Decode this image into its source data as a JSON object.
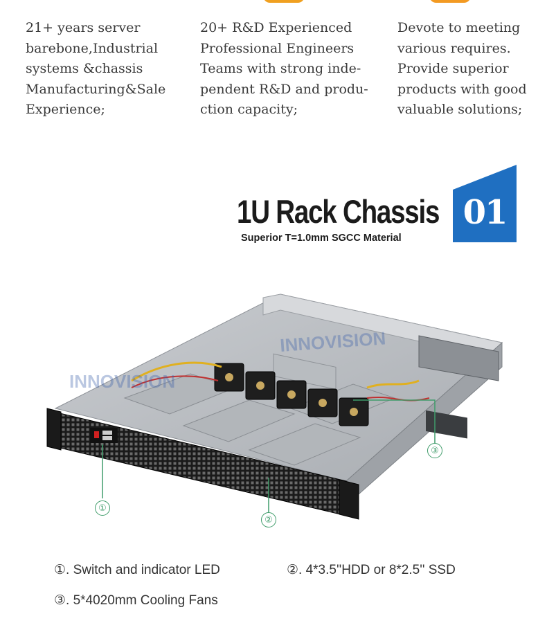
{
  "intro_columns": [
    {
      "text": "21+ years server\nbarebone,Industrial\nsystems &chassis\nManufacturing&Sale\nExperience;"
    },
    {
      "text": "20+ R&D Experienced\nProfessional Engineers\nTeams with strong inde-\npendent R&D and produ-\nction capacity;"
    },
    {
      "text": "Devote to meeting\nvarious requires.\nProvide superior\nproducts with good\nvaluable solutions;"
    }
  ],
  "section": {
    "title": "1U Rack Chassis",
    "subtitle": "Superior T=1.0mm SGCC Material",
    "number": "01",
    "badge_color": "#1f6fc1"
  },
  "product_image": {
    "watermark": "INNOVISION",
    "callouts": [
      "①",
      "②",
      "③"
    ],
    "callout_color": "#3f9c6a"
  },
  "features": [
    "①. Switch and indicator LED",
    "②. 4*3.5''HDD or 8*2.5'' SSD",
    "③. 5*4020mm Cooling Fans"
  ]
}
